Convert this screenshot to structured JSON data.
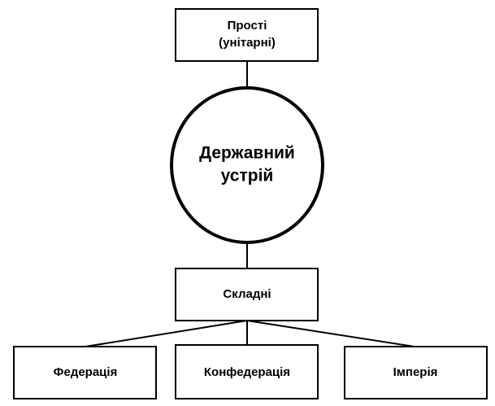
{
  "diagram": {
    "center": {
      "line1": "Державний",
      "line2": "устрій"
    },
    "simple": {
      "line1": "Прості",
      "line2": "(унітарні)"
    },
    "complex": {
      "label": "Складні"
    },
    "types": [
      {
        "label": "Федерація"
      },
      {
        "label": "Конфедерація"
      },
      {
        "label": "Імперія"
      }
    ]
  }
}
